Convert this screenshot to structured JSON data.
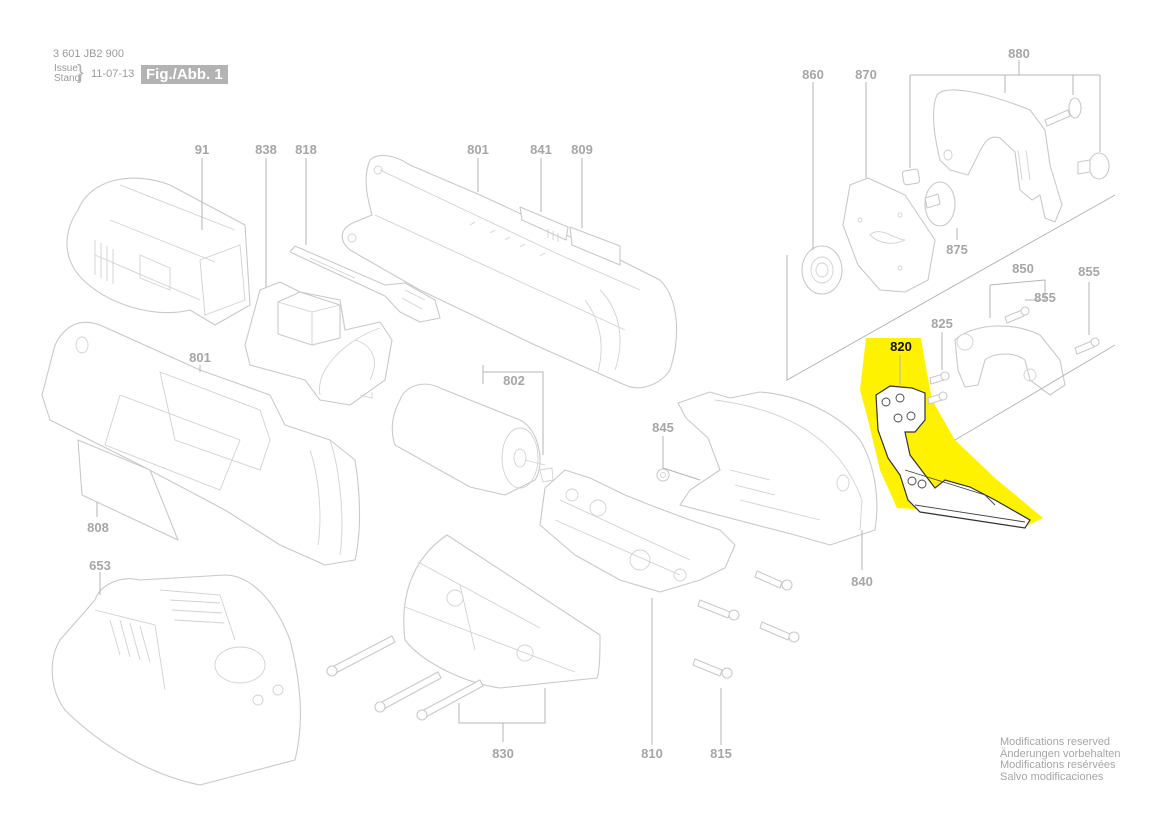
{
  "document": {
    "doc_number": "3 601 JB2 900",
    "issue_label_en": "Issue",
    "issue_label_de": "Stand",
    "issue_date": "11-07-13",
    "figure_label": "Fig./Abb. 1"
  },
  "highlight": {
    "part_number": "820",
    "color": "#fff200"
  },
  "part_labels": {
    "p91": "91",
    "p838": "838",
    "p818": "818",
    "p801_top": "801",
    "p841": "841",
    "p809": "809",
    "p860": "860",
    "p870": "870",
    "p880": "880",
    "p875": "875",
    "p850": "850",
    "p855_a": "855",
    "p855_b": "855",
    "p825": "825",
    "p820": "820",
    "p801_left": "801",
    "p802": "802",
    "p845": "845",
    "p808": "808",
    "p840": "840",
    "p653": "653",
    "p830": "830",
    "p810": "810",
    "p815": "815"
  },
  "footer": {
    "modifications": [
      "Modifications reserved",
      "Änderungen vorbehalten",
      "Modifications resérvées",
      "Salvo modificaciones"
    ]
  },
  "colors": {
    "line_art": "#c9c9c9",
    "label_text": "#a6a6a6",
    "figure_badge_bg": "#b3b3b3"
  }
}
